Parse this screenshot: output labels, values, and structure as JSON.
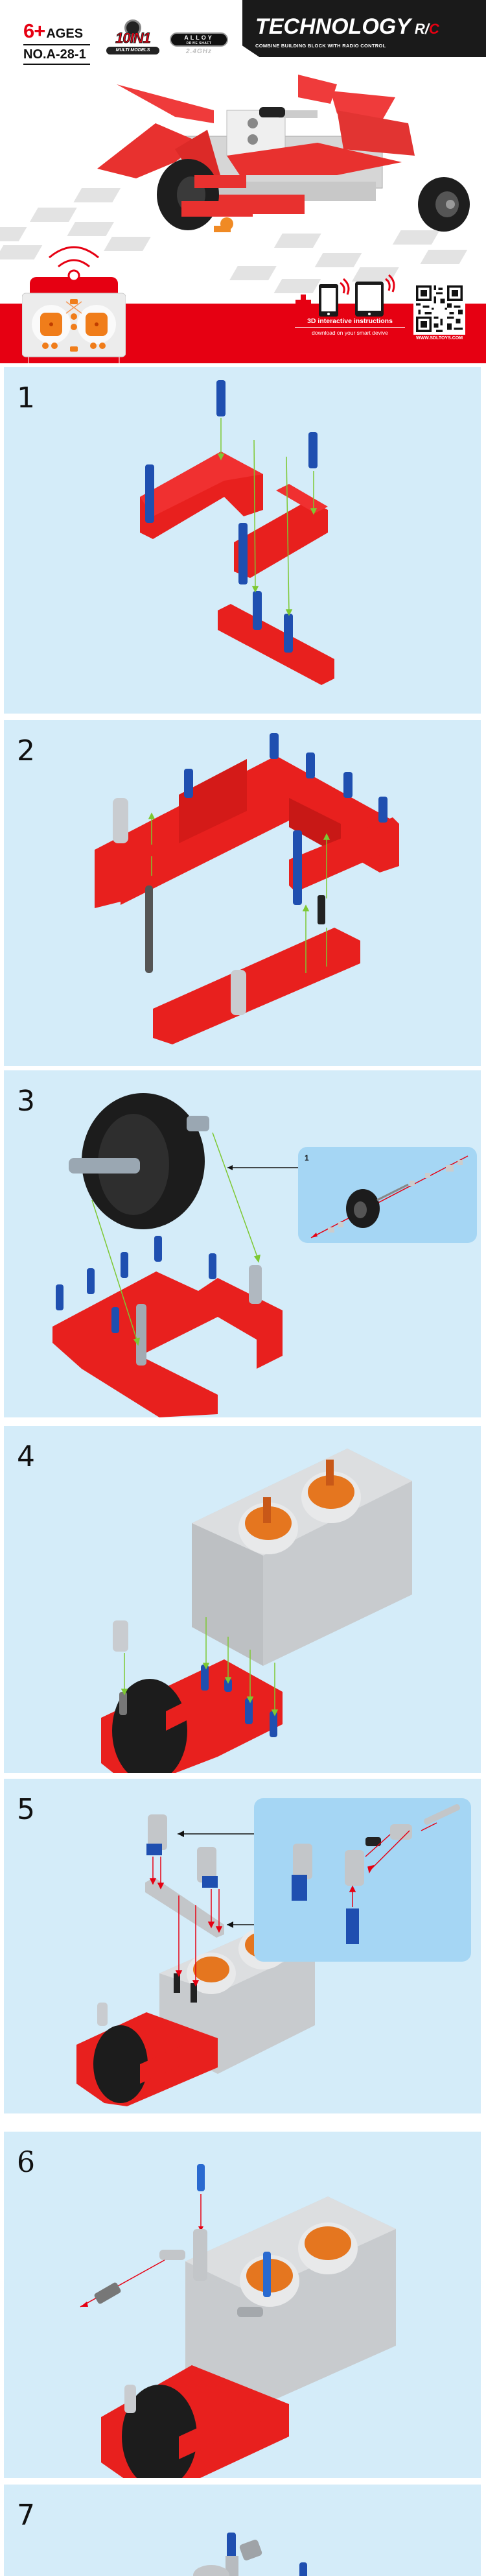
{
  "header": {
    "age_number": "6+",
    "age_word": "AGES",
    "model_number": "NO.A-28-1",
    "badge_10in1": {
      "title": "10IN1",
      "subtitle": "MULTI MODELS"
    },
    "badge_alloy": {
      "line1": "ALLOY",
      "line2": "DRIVE SHAFT",
      "frequency": "2.4GHz"
    },
    "brand": {
      "title": "TECHNOLOGY",
      "rc_r": "R/",
      "rc_c": "C",
      "subtitle": "COMBINE BUILDING BLOCK WITH RADIO CONTROL"
    },
    "promo": {
      "title": "3D interactive instructions",
      "subtitle": "download on your smart devive",
      "url": "WWW.SDLTOYS.COM",
      "icons": [
        "plus-icon",
        "smartphone-icon",
        "tablet-icon",
        "wifi-icon",
        "qr-code"
      ]
    },
    "colors": {
      "brand_red": "#e60012",
      "dark": "#1a1a1a",
      "panel_blue": "#d4ecf9",
      "inset_blue": "#a5d6f4",
      "arrow_green": "#7dc832",
      "arrow_red": "#e60012"
    }
  },
  "steps": [
    {
      "number": "1"
    },
    {
      "number": "2"
    },
    {
      "number": "3",
      "callout": {
        "number": "1"
      }
    },
    {
      "number": "4"
    },
    {
      "number": "5"
    },
    {
      "number": "6"
    },
    {
      "number": "7"
    }
  ]
}
